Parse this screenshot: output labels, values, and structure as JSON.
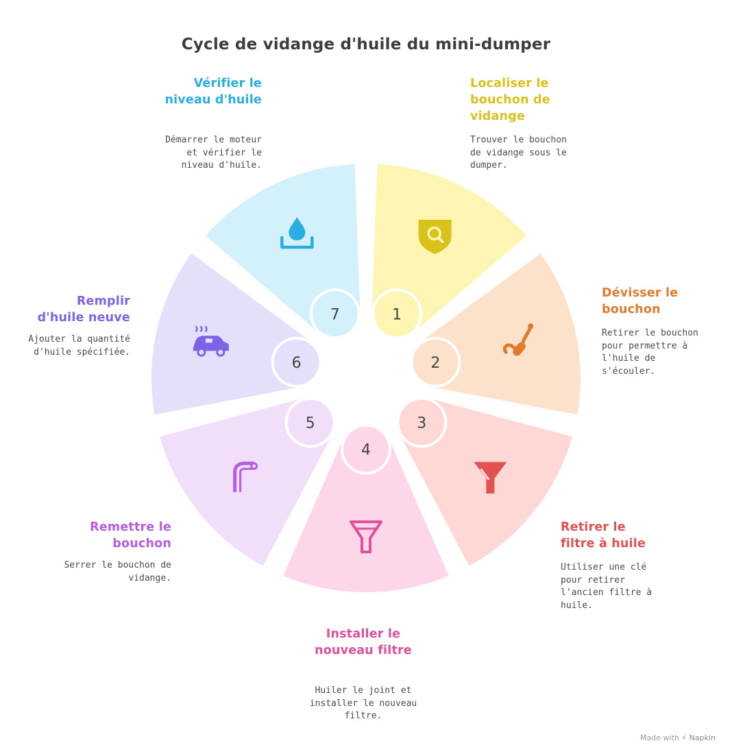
{
  "title": "Cycle de vidange d'huile du mini-dumper",
  "steps": [
    {
      "number": "1",
      "title": "Localiser le bouchon de vidange",
      "description": "Trouver le bouchon de vidange sous le dumper.",
      "icon": "search-shield-icon",
      "color": "#d9c21a",
      "fill": "#fdf5b2"
    },
    {
      "number": "2",
      "title": "Dévisser le bouchon",
      "description": "Retirer le bouchon pour permettre à l'huile de s'écouler.",
      "icon": "worm-icon",
      "color": "#e07b2e",
      "fill": "#fde2cb"
    },
    {
      "number": "3",
      "title": "Retirer le filtre à huile",
      "description": "Utiliser une clé pour retirer l'ancien filtre à huile.",
      "icon": "funnel-filled-icon",
      "color": "#e05252",
      "fill": "#fdd8d4"
    },
    {
      "number": "4",
      "title": "Installer le nouveau filtre",
      "description": "Huiler le joint et installer le nouveau filtre.",
      "icon": "funnel-outline-icon",
      "color": "#e0509a",
      "fill": "#fdd6ea"
    },
    {
      "number": "5",
      "title": "Remettre le bouchon",
      "description": "Serrer le bouchon de vidange.",
      "icon": "pipe-icon",
      "color": "#b45de0",
      "fill": "#f1dffa"
    },
    {
      "number": "6",
      "title": "Remplir d'huile neuve",
      "description": "Ajouter la quantité d'huile spécifiée.",
      "icon": "car-icon",
      "color": "#7f63e6",
      "fill": "#e4dffa"
    },
    {
      "number": "7",
      "title": "Vérifier le niveau d'huile",
      "description": "Démarrer le moteur et vérifier le niveau d'huile.",
      "icon": "water-drop-icon",
      "color": "#29aee0",
      "fill": "#d2f1fb"
    }
  ],
  "footer": {
    "prefix": "Made with",
    "brand": "Napkin"
  }
}
